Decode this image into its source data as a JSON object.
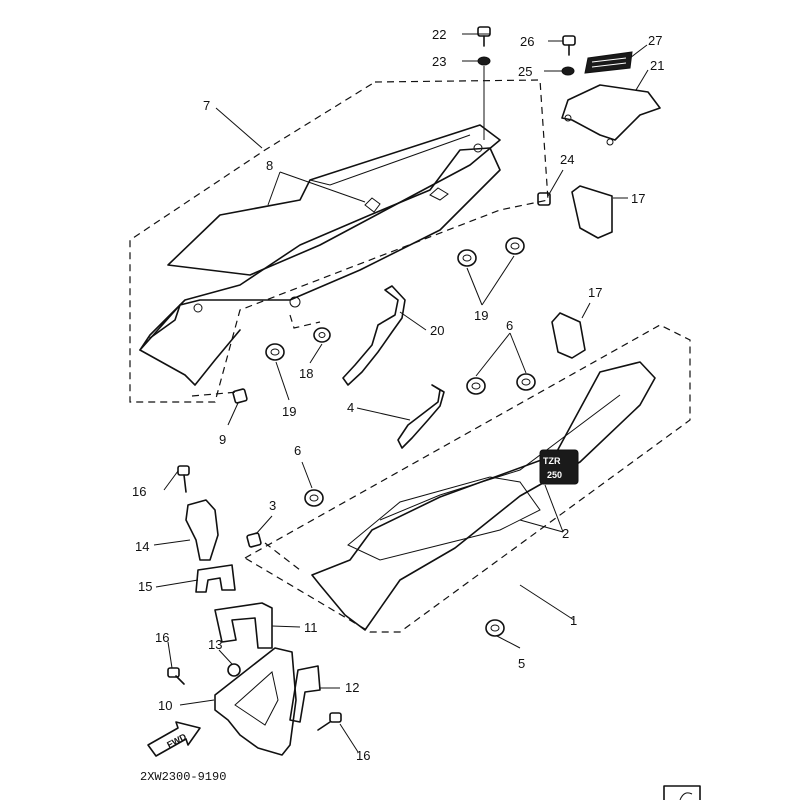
{
  "diagram": {
    "drawing_code": "2XW2300-9190",
    "fwd_label": "FWD",
    "seat_badge_line1": "TZR",
    "seat_badge_line2": "250",
    "callouts": {
      "c1": "1",
      "c2": "2",
      "c3": "3",
      "c4": "4",
      "c5": "5",
      "c6a": "6",
      "c6b": "6",
      "c7": "7",
      "c8": "8",
      "c9": "9",
      "c10": "10",
      "c11": "11",
      "c12": "12",
      "c13": "13",
      "c14": "14",
      "c15": "15",
      "c16a": "16",
      "c16b": "16",
      "c16c": "16",
      "c17a": "17",
      "c17b": "17",
      "c18": "18",
      "c19a": "19",
      "c19b": "19",
      "c20": "20",
      "c21": "21",
      "c22": "22",
      "c23": "23",
      "c24": "24",
      "c25": "25",
      "c26": "26",
      "c27": "27"
    }
  }
}
